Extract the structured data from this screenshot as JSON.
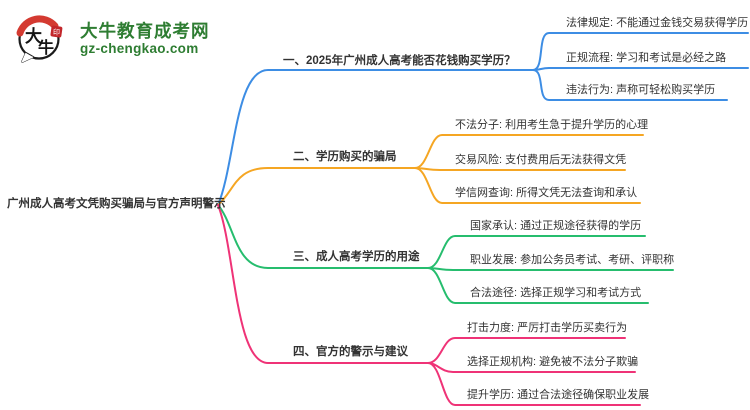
{
  "site": {
    "name": "大牛教育成考网",
    "domain": "gz-chengkao.com",
    "logo_chars_top": "大",
    "logo_chars_bottom": "牛",
    "brand_color": "#2e7d32",
    "logo_red": "#d43a31"
  },
  "root": {
    "label": "广州成人高考文凭购买骗局与官方声明警示",
    "text_color": "#333333"
  },
  "branches": [
    {
      "label": "一、2025年广州成人高考能否花钱购买学历？",
      "color": "#3d8de4",
      "children": [
        "法律规定: 不能通过金钱交易获得学历",
        "正规流程: 学习和考试是必经之路",
        "违法行为: 声称可轻松购买学历"
      ]
    },
    {
      "label": "二、学历购买的骗局",
      "color": "#f5a623",
      "children": [
        "不法分子: 利用考生急于提升学历的心理",
        "交易风险: 支付费用后无法获得文凭",
        "学信网查询: 所得文凭无法查询和承认"
      ]
    },
    {
      "label": "三、成人高考学历的用途",
      "color": "#26bd6e",
      "children": [
        "国家承认: 通过正规途径获得的学历",
        "职业发展: 参加公务员考试、考研、评职称",
        "合法途径: 选择正规学习和考试方式"
      ]
    },
    {
      "label": "四、官方的警示与建议",
      "color": "#ef3377",
      "children": [
        "打击力度: 严厉打击学历买卖行为",
        "选择正规机构: 避免被不法分子欺骗",
        "提升学历: 通过合法途径确保职业发展"
      ]
    }
  ]
}
